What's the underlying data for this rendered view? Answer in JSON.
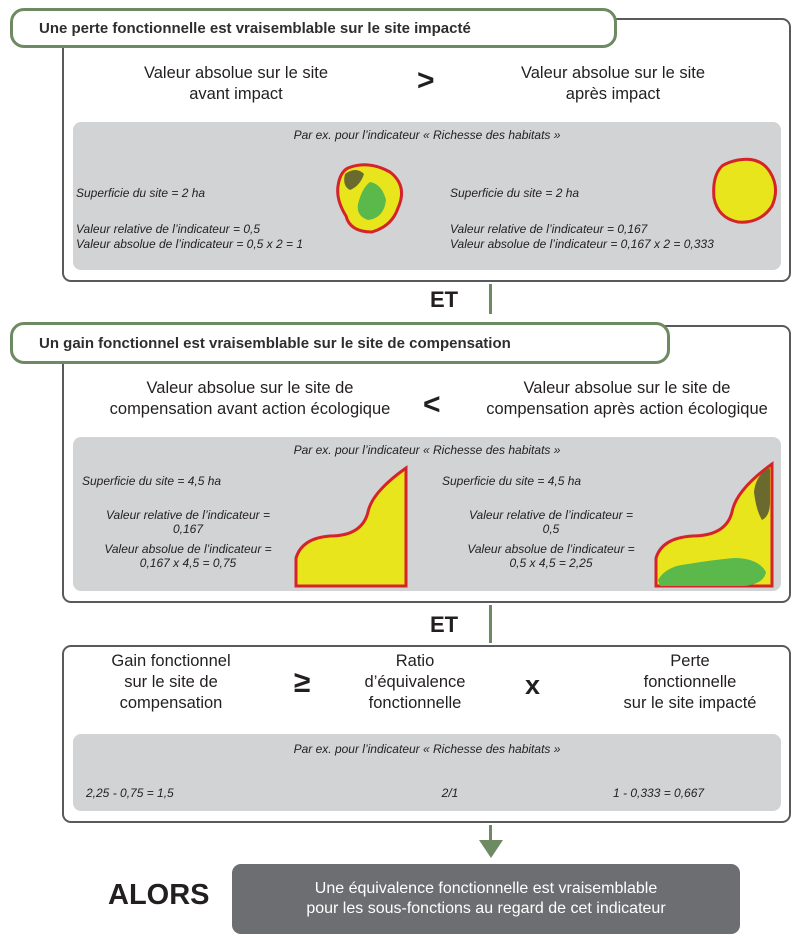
{
  "section1": {
    "header": "Une perte fonctionnelle est vraisemblable sur le site impacté",
    "left": [
      "Valeur absolue sur le site",
      "avant impact"
    ],
    "operator": ">",
    "right": [
      "Valeur absolue sur le site",
      "après impact"
    ],
    "example": {
      "caption": "Par ex. pour l’indicateur « Richesse des habitats »",
      "left": {
        "area": "Superficie du site = 2 ha",
        "relative": "Valeur relative de l’indicateur = 0,5",
        "absolute": "Valeur absolue de l’indicateur = 0,5 x 2 = 1"
      },
      "right": {
        "area": "Superficie du site = 2 ha",
        "relative": "Valeur relative de l’indicateur = 0,167",
        "absolute": "Valeur absolue de l’indicateur = 0,167 x 2 = 0,333"
      }
    }
  },
  "connector1": "ET",
  "section2": {
    "header": "Un gain fonctionnel est vraisemblable sur le site de compensation",
    "left": [
      "Valeur absolue sur le site de",
      "compensation avant action écologique"
    ],
    "operator": "<",
    "right": [
      "Valeur absolue sur le site de",
      "compensation après action écologique"
    ],
    "example": {
      "caption": "Par ex. pour l’indicateur « Richesse des habitats »",
      "left": {
        "area": "Superficie du site = 4,5 ha",
        "relative": [
          "Valeur relative de l’indicateur =",
          "0,167"
        ],
        "absolute": [
          "Valeur absolue de l’indicateur =",
          "0,167 x 4,5 = 0,75"
        ]
      },
      "right": {
        "area": "Superficie du site = 4,5 ha",
        "relative": [
          "Valeur relative de l’indicateur =",
          "0,5"
        ],
        "absolute": [
          "Valeur absolue  de l’indicateur =",
          "0,5 x 4,5 = 2,25"
        ]
      }
    }
  },
  "connector2": "ET",
  "section3": {
    "col1": [
      "Gain fonctionnel",
      "sur le site de",
      "compensation"
    ],
    "op1": "≥",
    "col2": [
      "Ratio",
      "d’équivalence",
      "fonctionnelle"
    ],
    "op2": "x",
    "col3": [
      "Perte",
      "fonctionnelle",
      "sur le site impacté"
    ],
    "example": {
      "caption": "Par ex. pour l’indicateur « Richesse des habitats »",
      "v1": "2,25 - 0,75 = 1,5",
      "v2": "2/1",
      "v3": "1 - 0,333 = 0,667"
    }
  },
  "conclusion": {
    "label": "ALORS",
    "text": [
      "Une équivalence fonctionnelle est vraisemblable",
      "pour les sous-fonctions au regard de cet indicateur"
    ]
  },
  "colors": {
    "habitat_fill": "#e8e51c",
    "habitat_border": "#d4242a",
    "habitat_green": "#5ab94a",
    "habitat_olive": "#6b6a2e",
    "accent_green": "#6e8a62",
    "panel_grey": "#d1d3d4",
    "result_bg": "#6d6e71"
  }
}
